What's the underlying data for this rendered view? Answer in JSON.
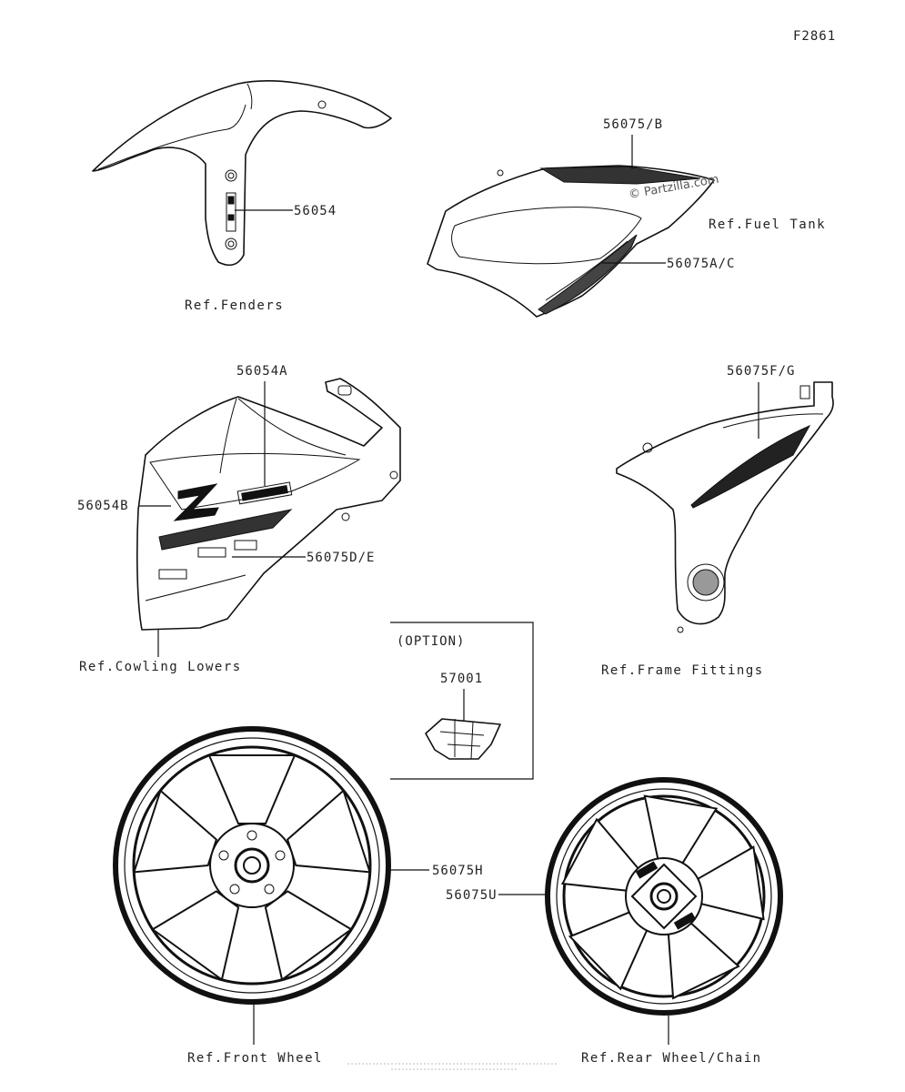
{
  "figure_id": "F2861",
  "watermark": "© Partzilla.com",
  "option_box": {
    "title": "(OPTION)",
    "part": "57001"
  },
  "parts": {
    "p56054": "56054",
    "p56054A": "56054A",
    "p56054B": "56054B",
    "p56075B": "56075/B",
    "p56075AC": "56075A/C",
    "p56075DE": "56075D/E",
    "p56075FG": "56075F/G",
    "p56075H": "56075H",
    "p56075U": "56075U"
  },
  "refs": {
    "fenders": "Ref.Fenders",
    "fuel_tank": "Ref.Fuel Tank",
    "cowling_lowers": "Ref.Cowling Lowers",
    "frame_fittings": "Ref.Frame Fittings",
    "front_wheel": "Ref.Front Wheel",
    "rear_wheel_chain": "Ref.Rear Wheel/Chain"
  }
}
